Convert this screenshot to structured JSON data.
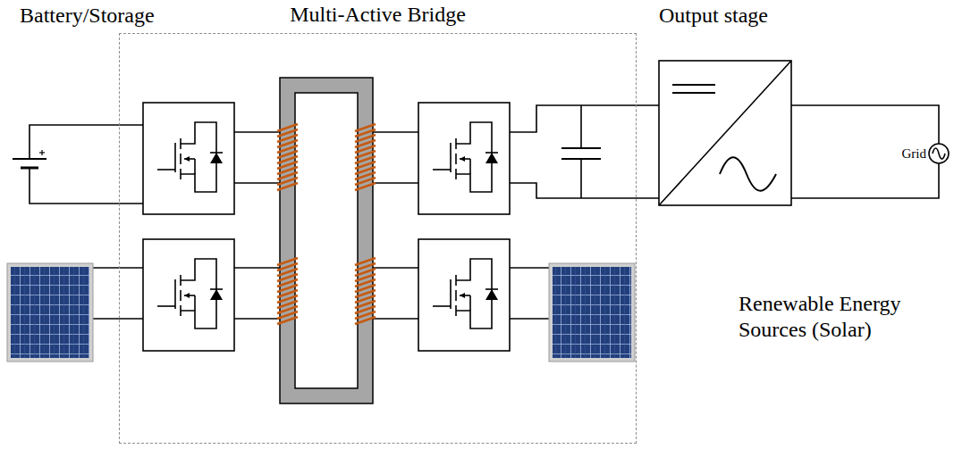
{
  "diagram": {
    "nodes": [
      {
        "text": [
          "Multi-Active Bridge"
        ]
      }
    ],
    "labels": [
      "Battery/Storage",
      "Output stage",
      "Grid",
      "Renewable Energy Sources (Solar)"
    ]
  }
}
